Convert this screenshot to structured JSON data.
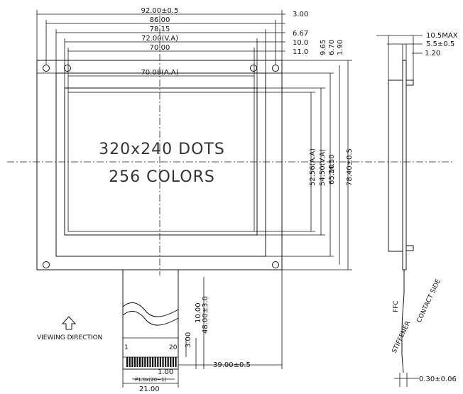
{
  "drawing": {
    "display_line1": "320x240 DOTS",
    "display_line2": "256 COLORS",
    "viewing_direction": "VIEWING DIRECTION",
    "pin_first": "1",
    "pin_last": "20",
    "side_labels": {
      "stiffener": "STIFFENER",
      "ffc": "FFC",
      "contact_side": "CONTACT SIDE"
    },
    "dims_top": {
      "outline_width": "92.00±0.5",
      "hole_pitch": "86.00",
      "bezel_width": "78.15",
      "va_width": "72.00(V.A)",
      "inner_width": "70.00",
      "aa_width": "70.08(A.A)",
      "edge_3": "3.00",
      "edge_6": "6.67",
      "edge_10": "10.0",
      "edge_11": "11.0",
      "edge_9": "9.65",
      "edge_6b": "6.70",
      "edge_1": "1.90"
    },
    "dims_right": {
      "outline_height": "78.40±0.5",
      "h74": "74.50",
      "h65": "65.10",
      "va_height": "54.50(V.A)",
      "aa_height": "52.56(A.A)"
    },
    "dims_bottom": {
      "tail_length": "48.00±3.0",
      "tail_part": "10.00",
      "stiff_3": "3.00",
      "fpc_offset": "39.00±0.5",
      "pitch": "1.00",
      "pin_span": "P1.0x(20−1)",
      "fpc_width": "21.00"
    },
    "dims_side": {
      "thickness_max": "10.5MAX",
      "thickness_5": "5.5±0.5",
      "t_1": "1.20",
      "ffc_thickness": "0.30±0.06"
    }
  }
}
